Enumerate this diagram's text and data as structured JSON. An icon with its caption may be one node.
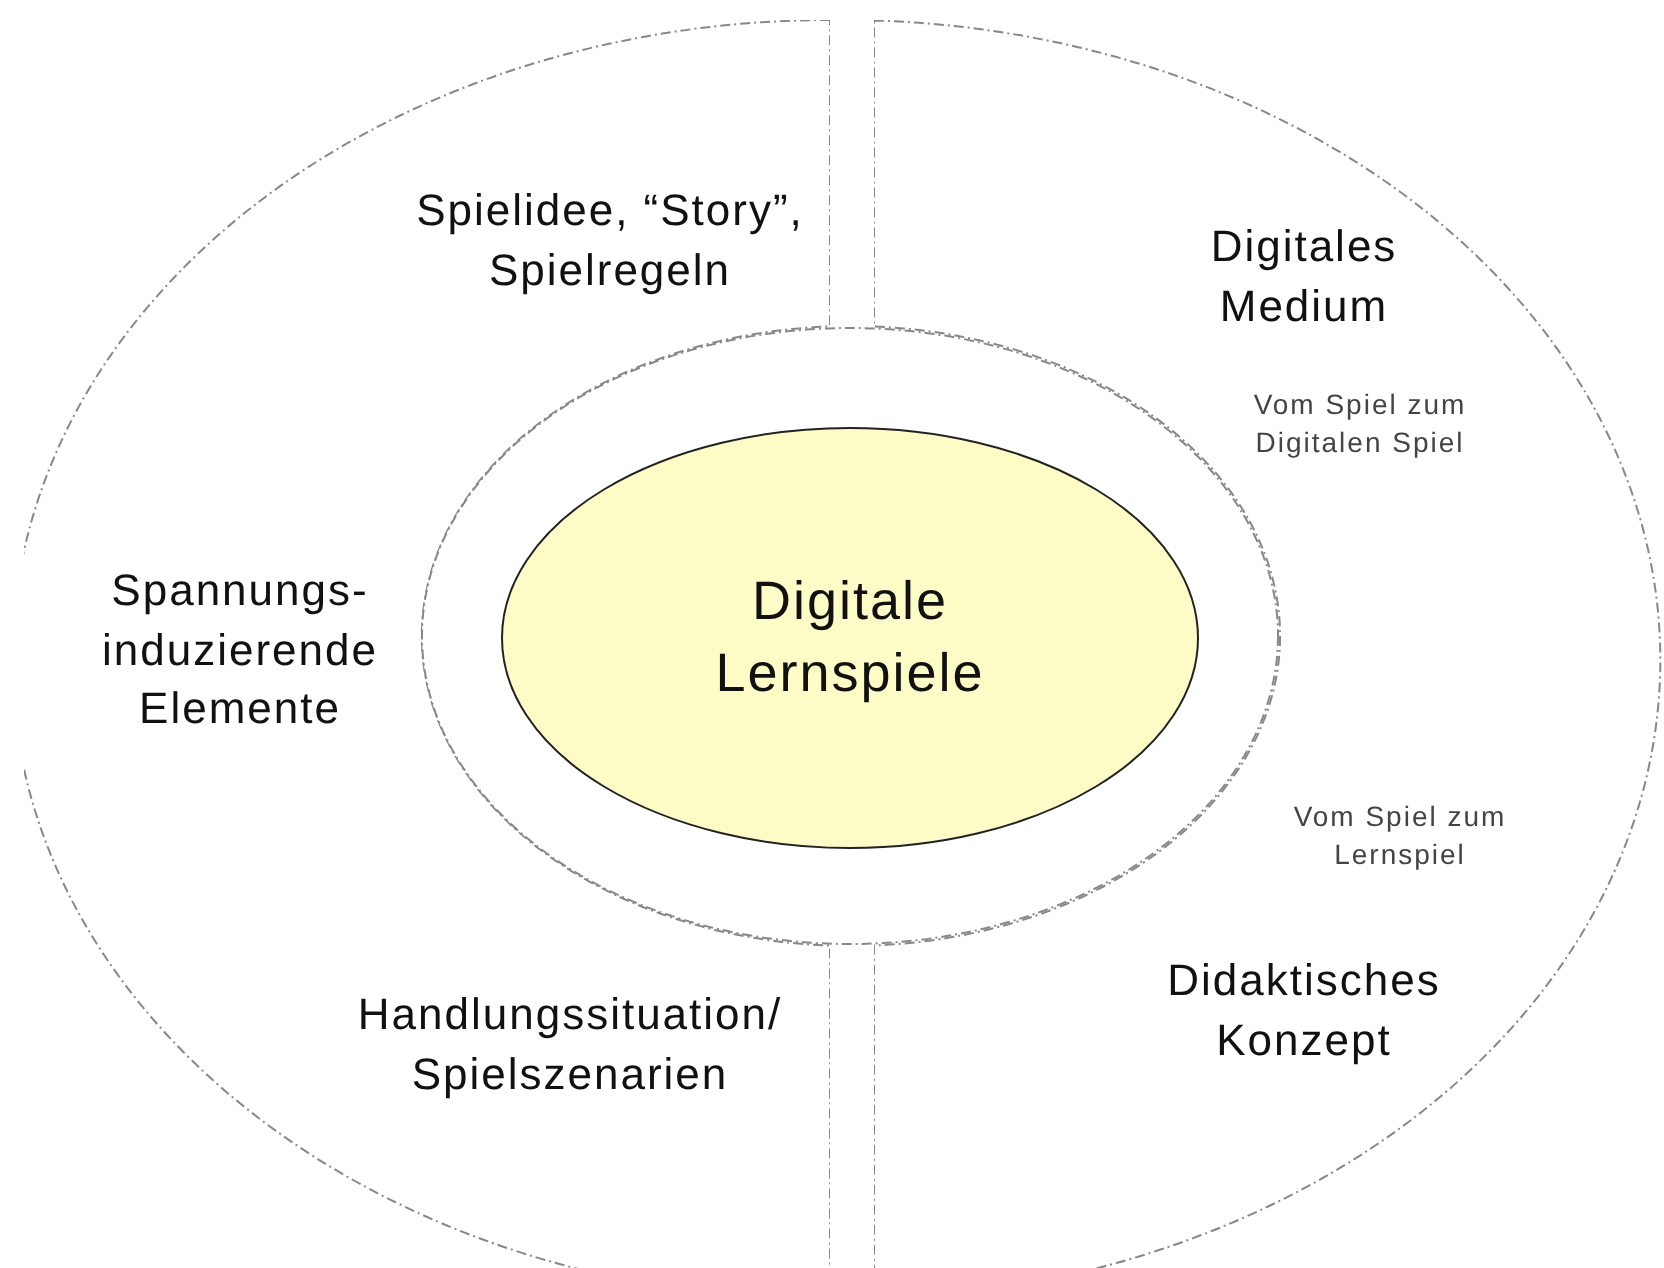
{
  "diagram": {
    "nodes": [
      {
        "text": [
          "Spielidee, “Story”, Spielregeln",
          "Spannungs-induzierende Elemente",
          "Handlungssituation/ Spielszenarien"
        ]
      },
      {
        "text": [
          "Digitales Medium",
          "Vom Spiel zum Digitalen Spiel",
          "Vom Spiel zum Lernspiel",
          "Didaktisches Konzept"
        ]
      },
      {
        "text": [],
        "shape": "ellipse"
      },
      {
        "text": [
          "Digitale Lernspiele"
        ],
        "in": 2
      }
    ]
  }
}
